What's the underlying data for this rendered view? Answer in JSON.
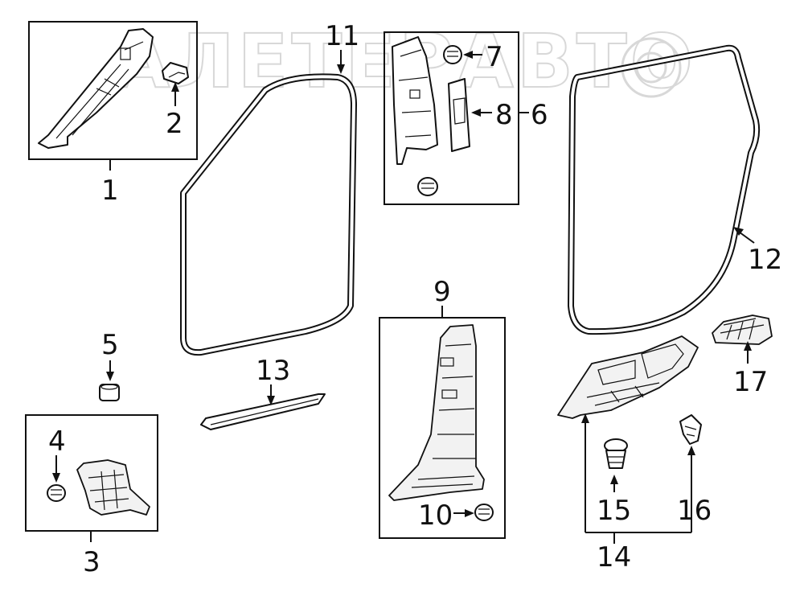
{
  "watermark": {
    "text": "АЛЕТЕРАВТО"
  },
  "callouts": {
    "p1": "1",
    "p2": "2",
    "p3": "3",
    "p4": "4",
    "p5": "5",
    "p6": "6",
    "p7": "7",
    "p8": "8",
    "p9": "9",
    "p10": "10",
    "p11": "11",
    "p12": "12",
    "p13": "13",
    "p14": "14",
    "p15": "15",
    "p16": "16",
    "p17": "17"
  }
}
